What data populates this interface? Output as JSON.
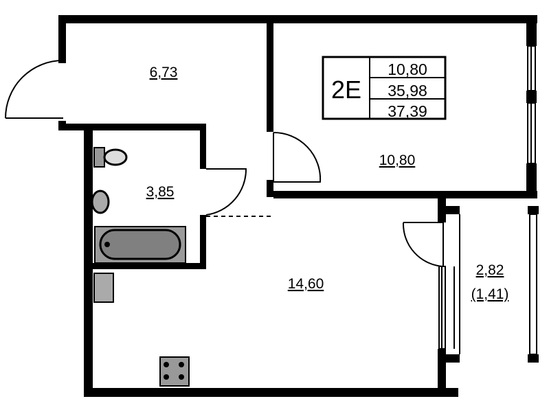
{
  "plan": {
    "rooms": [
      {
        "name": "hallway",
        "area": "6,73"
      },
      {
        "name": "bedroom",
        "area": "10,80"
      },
      {
        "name": "bathroom",
        "area": "3,85"
      },
      {
        "name": "kitchen-living",
        "area": "14,60"
      },
      {
        "name": "balcony",
        "area": "2,82",
        "reduced_area": "(1,41)"
      }
    ],
    "legend": {
      "unit_code": "2E",
      "values": [
        "10,80",
        "35,98",
        "37,39"
      ]
    }
  }
}
